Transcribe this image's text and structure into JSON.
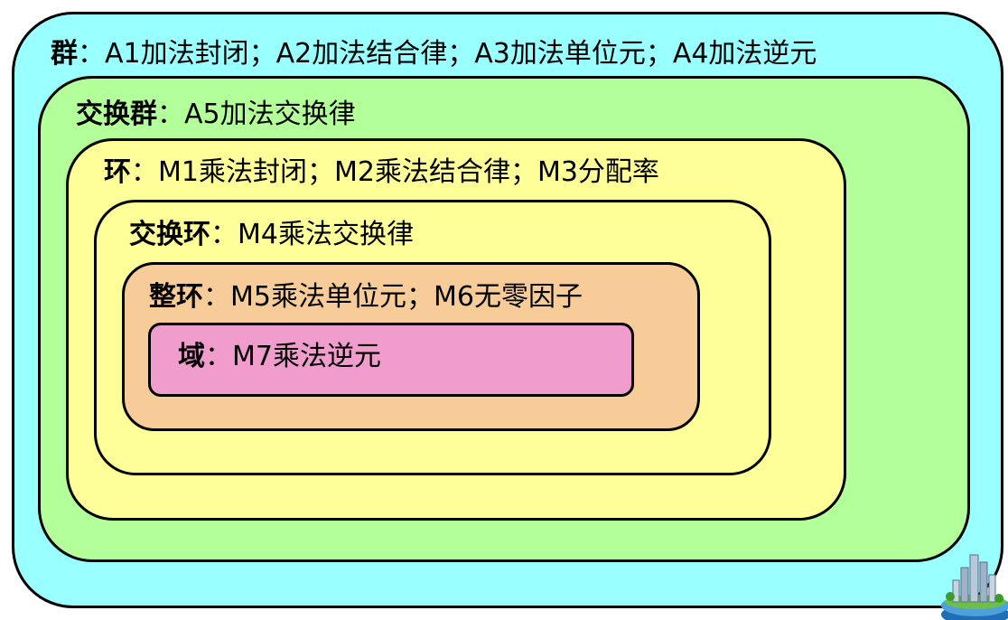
{
  "structures": [
    {
      "term": "群",
      "sep": "：",
      "axioms": "A1加法封闭；A2加法结合律；A3加法单位元；A4加法逆元"
    },
    {
      "term": "交换群",
      "sep": "：",
      "axioms": "A5加法交换律"
    },
    {
      "term": "环",
      "sep": "：",
      "axioms": "M1乘法封闭；M2乘法结合律；M3分配率"
    },
    {
      "term": "交换环",
      "sep": "：",
      "axioms": "M4乘法交换律"
    },
    {
      "term": "整环",
      "sep": "：",
      "axioms": "M5乘法单位元；M6无零因子"
    },
    {
      "term": "域",
      "sep": "：",
      "axioms": "M7乘法逆元"
    }
  ],
  "colors": {
    "group": "#99ffff",
    "abelian_group": "#b3ff99",
    "ring": "#ffff99",
    "commutative_ring": "#ffff99",
    "integral_domain": "#f7cc99",
    "field": "#f09ccc",
    "border": "#000000"
  },
  "decoration": {
    "icon": "city-globe-icon"
  }
}
